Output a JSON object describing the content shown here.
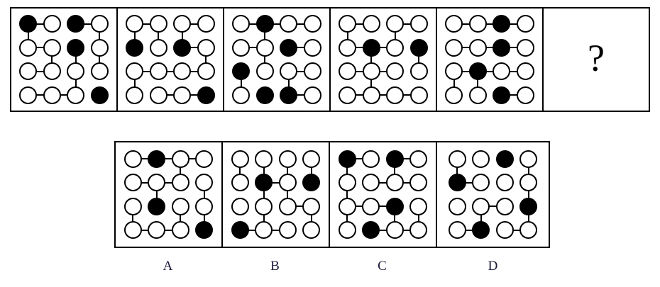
{
  "puzzle": {
    "type": "visual-reasoning-matrix",
    "grid_rows": 4,
    "grid_cols": 4,
    "question_mark": "?",
    "sequence": [
      {
        "name": "sequence-panel-1",
        "filled": [
          [
            0,
            0
          ],
          [
            0,
            2
          ],
          [
            1,
            2
          ],
          [
            3,
            3
          ]
        ],
        "filled_count": 4,
        "edges_h": [
          [
            0,
            0
          ],
          [
            0,
            2
          ],
          [
            1,
            0
          ],
          [
            2,
            0
          ],
          [
            3,
            0
          ],
          [
            3,
            1
          ]
        ],
        "edges_v": [
          [
            0,
            0
          ],
          [
            0,
            3
          ],
          [
            1,
            1
          ],
          [
            1,
            2
          ],
          [
            1,
            3
          ],
          [
            2,
            2
          ]
        ]
      },
      {
        "name": "sequence-panel-2",
        "filled": [
          [
            1,
            0
          ],
          [
            1,
            2
          ],
          [
            3,
            3
          ]
        ],
        "filled_count": 3,
        "edges_h": [
          [
            0,
            0
          ],
          [
            0,
            2
          ],
          [
            1,
            2
          ],
          [
            2,
            0
          ],
          [
            2,
            1
          ],
          [
            2,
            2
          ],
          [
            3,
            1
          ],
          [
            3,
            2
          ]
        ],
        "edges_v": [
          [
            0,
            0
          ],
          [
            0,
            1
          ],
          [
            0,
            2
          ],
          [
            1,
            3
          ],
          [
            2,
            0
          ]
        ]
      },
      {
        "name": "sequence-panel-3",
        "filled": [
          [
            0,
            1
          ],
          [
            1,
            2
          ],
          [
            2,
            0
          ],
          [
            3,
            1
          ],
          [
            3,
            2
          ]
        ],
        "filled_count": 5,
        "edges_h": [
          [
            0,
            0
          ],
          [
            0,
            1
          ],
          [
            0,
            2
          ],
          [
            1,
            0
          ],
          [
            1,
            2
          ],
          [
            2,
            2
          ],
          [
            3,
            2
          ]
        ],
        "edges_v": [
          [
            0,
            1
          ],
          [
            1,
            1
          ],
          [
            2,
            0
          ],
          [
            2,
            2
          ]
        ]
      },
      {
        "name": "sequence-panel-4",
        "filled": [
          [
            1,
            1
          ],
          [
            1,
            3
          ]
        ],
        "filled_count": 2,
        "edges_h": [
          [
            0,
            0
          ],
          [
            0,
            2
          ],
          [
            1,
            0
          ],
          [
            1,
            1
          ],
          [
            2,
            0
          ],
          [
            2,
            1
          ],
          [
            3,
            0
          ],
          [
            3,
            1
          ],
          [
            3,
            2
          ]
        ],
        "edges_v": [
          [
            0,
            0
          ],
          [
            0,
            2
          ],
          [
            1,
            1
          ],
          [
            1,
            3
          ],
          [
            2,
            1
          ]
        ]
      },
      {
        "name": "sequence-panel-5",
        "filled": [
          [
            0,
            2
          ],
          [
            1,
            2
          ],
          [
            2,
            1
          ],
          [
            3,
            2
          ]
        ],
        "filled_count": 4,
        "edges_h": [
          [
            0,
            0
          ],
          [
            0,
            1
          ],
          [
            0,
            2
          ],
          [
            1,
            0
          ],
          [
            1,
            1
          ],
          [
            1,
            2
          ],
          [
            2,
            0
          ],
          [
            2,
            1
          ],
          [
            2,
            2
          ],
          [
            3,
            2
          ]
        ],
        "edges_v": [
          [
            2,
            0
          ],
          [
            2,
            1
          ]
        ]
      }
    ],
    "options": [
      {
        "name": "option-panel-a",
        "label": "A",
        "filled": [
          [
            0,
            1
          ],
          [
            2,
            1
          ],
          [
            3,
            3
          ]
        ],
        "filled_count": 3,
        "edges_h": [
          [
            0,
            0
          ],
          [
            0,
            1
          ],
          [
            0,
            2
          ],
          [
            1,
            0
          ],
          [
            1,
            1
          ],
          [
            3,
            0
          ],
          [
            3,
            1
          ]
        ],
        "edges_v": [
          [
            0,
            2
          ],
          [
            1,
            1
          ],
          [
            1,
            3
          ],
          [
            2,
            0
          ],
          [
            2,
            2
          ],
          [
            2,
            3
          ]
        ]
      },
      {
        "name": "option-panel-b",
        "label": "B",
        "filled": [
          [
            1,
            1
          ],
          [
            1,
            3
          ],
          [
            3,
            0
          ]
        ],
        "filled_count": 3,
        "edges_h": [
          [
            1,
            1
          ],
          [
            2,
            2
          ],
          [
            3,
            0
          ],
          [
            3,
            1
          ]
        ],
        "edges_v": [
          [
            0,
            0
          ],
          [
            0,
            1
          ],
          [
            0,
            2
          ],
          [
            0,
            3
          ],
          [
            1,
            1
          ],
          [
            1,
            2
          ],
          [
            2,
            1
          ],
          [
            2,
            3
          ]
        ]
      },
      {
        "name": "option-panel-c",
        "label": "C",
        "filled": [
          [
            0,
            0
          ],
          [
            0,
            2
          ],
          [
            2,
            2
          ],
          [
            3,
            1
          ]
        ],
        "filled_count": 4,
        "edges_h": [
          [
            0,
            0
          ],
          [
            0,
            2
          ],
          [
            1,
            1
          ],
          [
            1,
            2
          ],
          [
            2,
            0
          ],
          [
            2,
            1
          ],
          [
            3,
            1
          ],
          [
            3,
            2
          ]
        ],
        "edges_v": [
          [
            0,
            0
          ],
          [
            0,
            2
          ],
          [
            1,
            0
          ],
          [
            2,
            0
          ],
          [
            2,
            2
          ],
          [
            2,
            3
          ]
        ]
      },
      {
        "name": "option-panel-d",
        "label": "D",
        "filled": [
          [
            0,
            2
          ],
          [
            1,
            0
          ],
          [
            2,
            3
          ],
          [
            3,
            1
          ]
        ],
        "filled_count": 4,
        "edges_h": [
          [
            1,
            0
          ],
          [
            2,
            1
          ],
          [
            3,
            0
          ],
          [
            3,
            2
          ]
        ],
        "edges_v": [
          [
            0,
            0
          ],
          [
            0,
            3
          ],
          [
            1,
            3
          ],
          [
            2,
            1
          ],
          [
            2,
            3
          ]
        ]
      }
    ]
  }
}
